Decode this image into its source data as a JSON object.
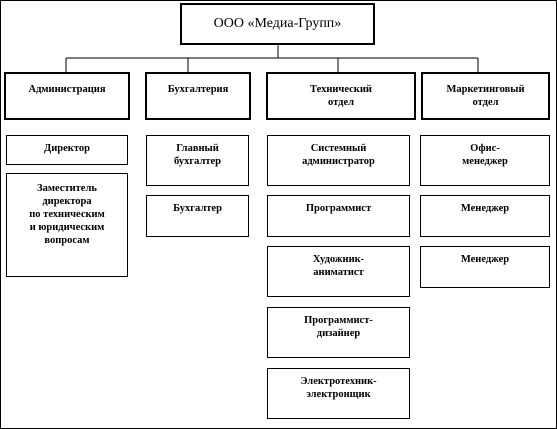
{
  "root": {
    "label": "ООО «Медиа-Групп»"
  },
  "departments": [
    {
      "label": "Администрация",
      "staff": [
        "Директор",
        "Заместитель\nдиректора\nпо техническим\nи юридическим\nвопросам"
      ]
    },
    {
      "label": "Бухгалтерия",
      "staff": [
        "Главный\nбухгалтер",
        "Бухгалтер"
      ]
    },
    {
      "label": "Технический\nотдел",
      "staff": [
        "Системный\nадминистратор",
        "Программист",
        "Художник-\nаниматист",
        "Программист-\nдизайнер",
        "Электротехник-\nэлектронщик"
      ]
    },
    {
      "label": "Маркетинговый\nотдел",
      "staff": [
        "Офис-\nменеджер",
        "Менеджер",
        "Менеджер"
      ]
    }
  ]
}
